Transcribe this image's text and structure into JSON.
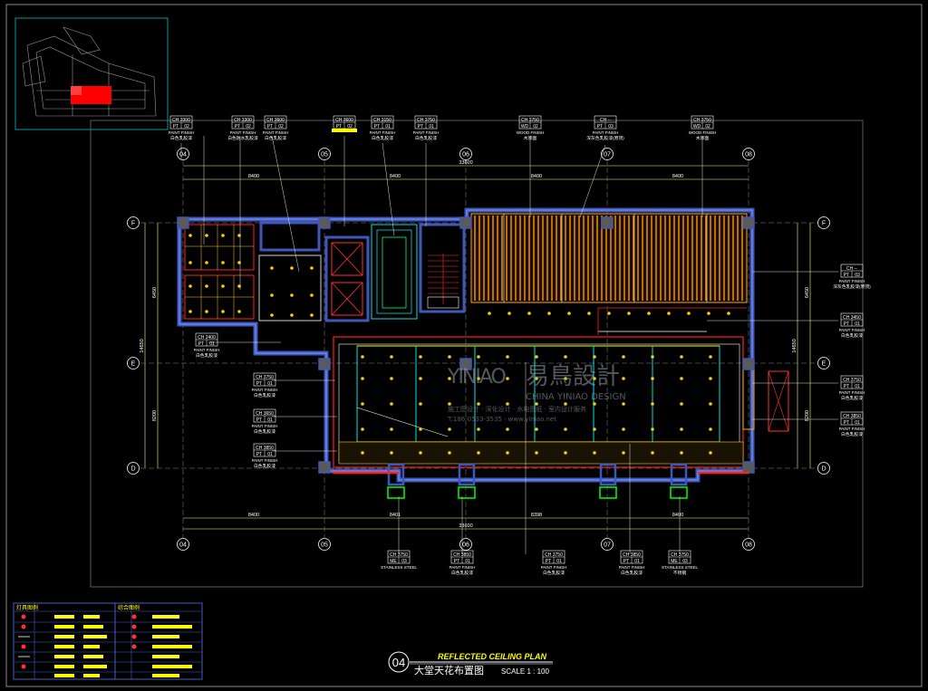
{
  "title_block": {
    "number": "04",
    "title_en": "REFLECTED CEILING PLAN",
    "title_cn": "大堂天花布置图",
    "scale": "SCALE 1 : 100"
  },
  "watermark": {
    "logo_latin": "YINIAO",
    "logo_cn": "易鳥設計",
    "company_en": "CHINA YINIAO DESIGN",
    "line_cn": "施工图设计 · 深化设计 · 水电图纸 · 室内设计服务",
    "line_contact": "T:186-0533-3535 · www.yiniao.net"
  },
  "grid_bubbles_top": [
    "04",
    "05",
    "06",
    "07",
    "08"
  ],
  "grid_bubbles_bottom": [
    "04",
    "05",
    "06",
    "07",
    "08"
  ],
  "grid_bubbles_left": [
    "F",
    "E",
    "D"
  ],
  "grid_bubbles_right": [
    "F",
    "E",
    "D"
  ],
  "dims_top": {
    "overall": "33600",
    "segments": [
      "8400",
      "8400",
      "8400",
      "8400"
    ]
  },
  "dims_bottom": {
    "overall": "33600",
    "segments": [
      "8400",
      "8401",
      "8398",
      "8400"
    ]
  },
  "dims_left": {
    "overall": "14650",
    "segments": [
      "6450",
      "8200"
    ]
  },
  "dims_right": {
    "overall": "14650",
    "segments": [
      "6450",
      "8200"
    ]
  },
  "tags_top": [
    {
      "ch": "CH 3300",
      "code1": "PT",
      "code2": "02",
      "line1": "PAINT FINISH",
      "line2": "白色乳胶漆"
    },
    {
      "ch": "CH 3300",
      "code1": "PT",
      "code2": "02",
      "line1": "PAINT FINISH",
      "line2": "白色防水乳胶漆"
    },
    {
      "ch": "CH 3600",
      "code1": "PT",
      "code2": "02",
      "line1": "PAINT FINISH",
      "line2": "白色乳胶漆"
    },
    {
      "ch": "CH 3600",
      "code1": "PT",
      "code2": "02",
      "line1": "",
      "line2": ""
    },
    {
      "ch": "CH 3150",
      "code1": "PT",
      "code2": "01",
      "line1": "PAINT FINISH",
      "line2": "白色乳胶漆"
    },
    {
      "ch": "CH 3750",
      "code1": "PT",
      "code2": "01",
      "line1": "PAINT FINISH",
      "line2": "白色乳胶漆"
    },
    {
      "ch": "CH 3750",
      "code1": "WD",
      "code2": "02",
      "line1": "WOOD FINISH",
      "line2": "木饰面"
    },
    {
      "ch": "CH --",
      "code1": "PT",
      "code2": "03",
      "line1": "PAINT FINISH",
      "line2": "深灰色乳胶漆(原顶)"
    },
    {
      "ch": "CH 3750",
      "code1": "WD",
      "code2": "02",
      "line1": "WOOD FINISH",
      "line2": "木饰面"
    }
  ],
  "tags_right": [
    {
      "ch": "CH --",
      "code1": "PT",
      "code2": "03",
      "line1": "PAINT FINISH",
      "line2": "深灰色乳胶漆(原顶)"
    },
    {
      "ch": "CH 3450",
      "code1": "PT",
      "code2": "01",
      "line1": "PAINT FINISH",
      "line2": "白色乳胶漆"
    },
    {
      "ch": "CH 3750",
      "code1": "PT",
      "code2": "01",
      "line1": "PAINT FINISH",
      "line2": "白色乳胶漆"
    },
    {
      "ch": "CH 3850",
      "code1": "PT",
      "code2": "01",
      "line1": "PAINT FINISH",
      "line2": "白色乳胶漆"
    }
  ],
  "tags_left": [
    {
      "ch": "CH 2400",
      "code1": "PT",
      "code2": "01",
      "line1": "PAINT FINISH",
      "line2": "白色乳胶漆"
    },
    {
      "ch": "CH 3750",
      "code1": "PT",
      "code2": "01",
      "line1": "PAINT FINISH",
      "line2": "白色乳胶漆"
    },
    {
      "ch": "CH 3650",
      "code1": "PT",
      "code2": "01",
      "line1": "PAINT FINISH",
      "line2": "白色乳胶漆"
    },
    {
      "ch": "CH 3850",
      "code1": "PT",
      "code2": "01",
      "line1": "PAINT FINISH",
      "line2": "白色乳胶漆"
    }
  ],
  "tags_bottom": [
    {
      "ch": "CH 3750",
      "code1": "ME",
      "code2": "03",
      "line1": "STAINLESS STEEL",
      "line2": ""
    },
    {
      "ch": "CH 3850",
      "code1": "PT",
      "code2": "01",
      "line1": "PAINT FINISH",
      "line2": "白色乳胶漆"
    },
    {
      "ch": "CH 3750",
      "code1": "PT",
      "code2": "01",
      "line1": "PAINT FINISH",
      "line2": "白色乳胶漆"
    },
    {
      "ch": "CH 3850",
      "code1": "PT",
      "code2": "01",
      "line1": "PAINT FINISH",
      "line2": "白色乳胶漆"
    },
    {
      "ch": "CH 3750",
      "code1": "ME",
      "code2": "03",
      "line1": "STAINLESS STEEL",
      "line2": "不锈钢"
    }
  ],
  "legend": {
    "header_left": "灯具图例",
    "header_right": "综合图例"
  },
  "colors": {
    "wall": "#3f57b8",
    "line_yellow": "#ffff00",
    "line_red": "#ff2020",
    "line_cyan": "#00e5e5",
    "line_green": "#00ff00",
    "slat_orange": "#ff9a00",
    "frame_gray": "#7a7a7a",
    "key_red": "#ff0000"
  }
}
